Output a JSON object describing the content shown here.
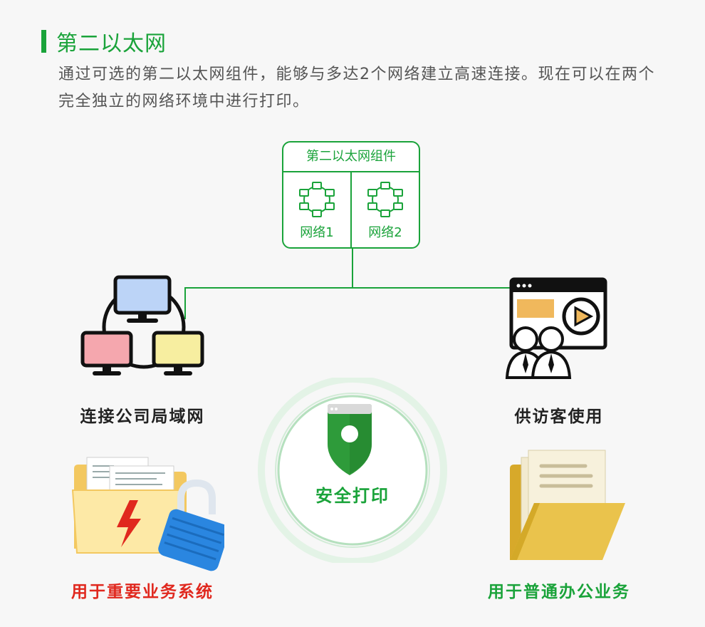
{
  "section": {
    "title": "第二以太网",
    "description": "通过可选的第二以太网组件，能够与多达2个网络建立高速连接。现在可以在两个完全独立的网络环境中进行打印。"
  },
  "module": {
    "title": "第二以太网组件",
    "networks": [
      {
        "label": "网络1"
      },
      {
        "label": "网络2"
      }
    ]
  },
  "labels": {
    "company_lan": "连接公司局域网",
    "guest_use": "供访客使用",
    "secure_print": "安全打印",
    "important_systems": "用于重要业务系统",
    "office_work": "用于普通办公业务"
  },
  "colors": {
    "accent_green": "#1aa33a",
    "alert_red": "#e0281e"
  }
}
